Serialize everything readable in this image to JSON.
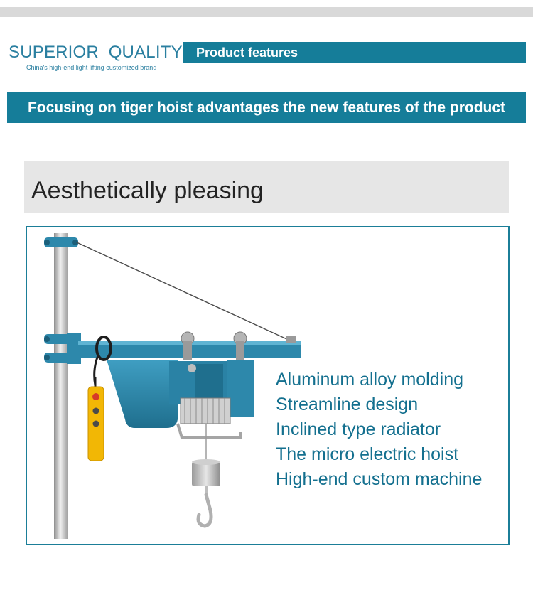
{
  "header": {
    "brand_title": "SUPERIOR  QUALITY",
    "brand_subtitle": "China's high-end light lifting customized brand",
    "tab_label": "Product features"
  },
  "banner": {
    "text": "Focusing on tiger hoist advantages the new features of the product"
  },
  "section": {
    "title": "Aesthetically pleasing"
  },
  "product": {
    "features": [
      "Aluminum alloy molding",
      "Streamline design",
      "Inclined type radiator",
      "The micro electric hoist",
      "High-end custom machine"
    ]
  },
  "colors": {
    "brand_teal": "#157d99",
    "text_teal": "#14708f",
    "hoist_body": "#2d88ab",
    "pendant_yellow": "#f2b705",
    "section_gray": "#e6e6e6",
    "top_bar_gray": "#d9d9d9"
  }
}
